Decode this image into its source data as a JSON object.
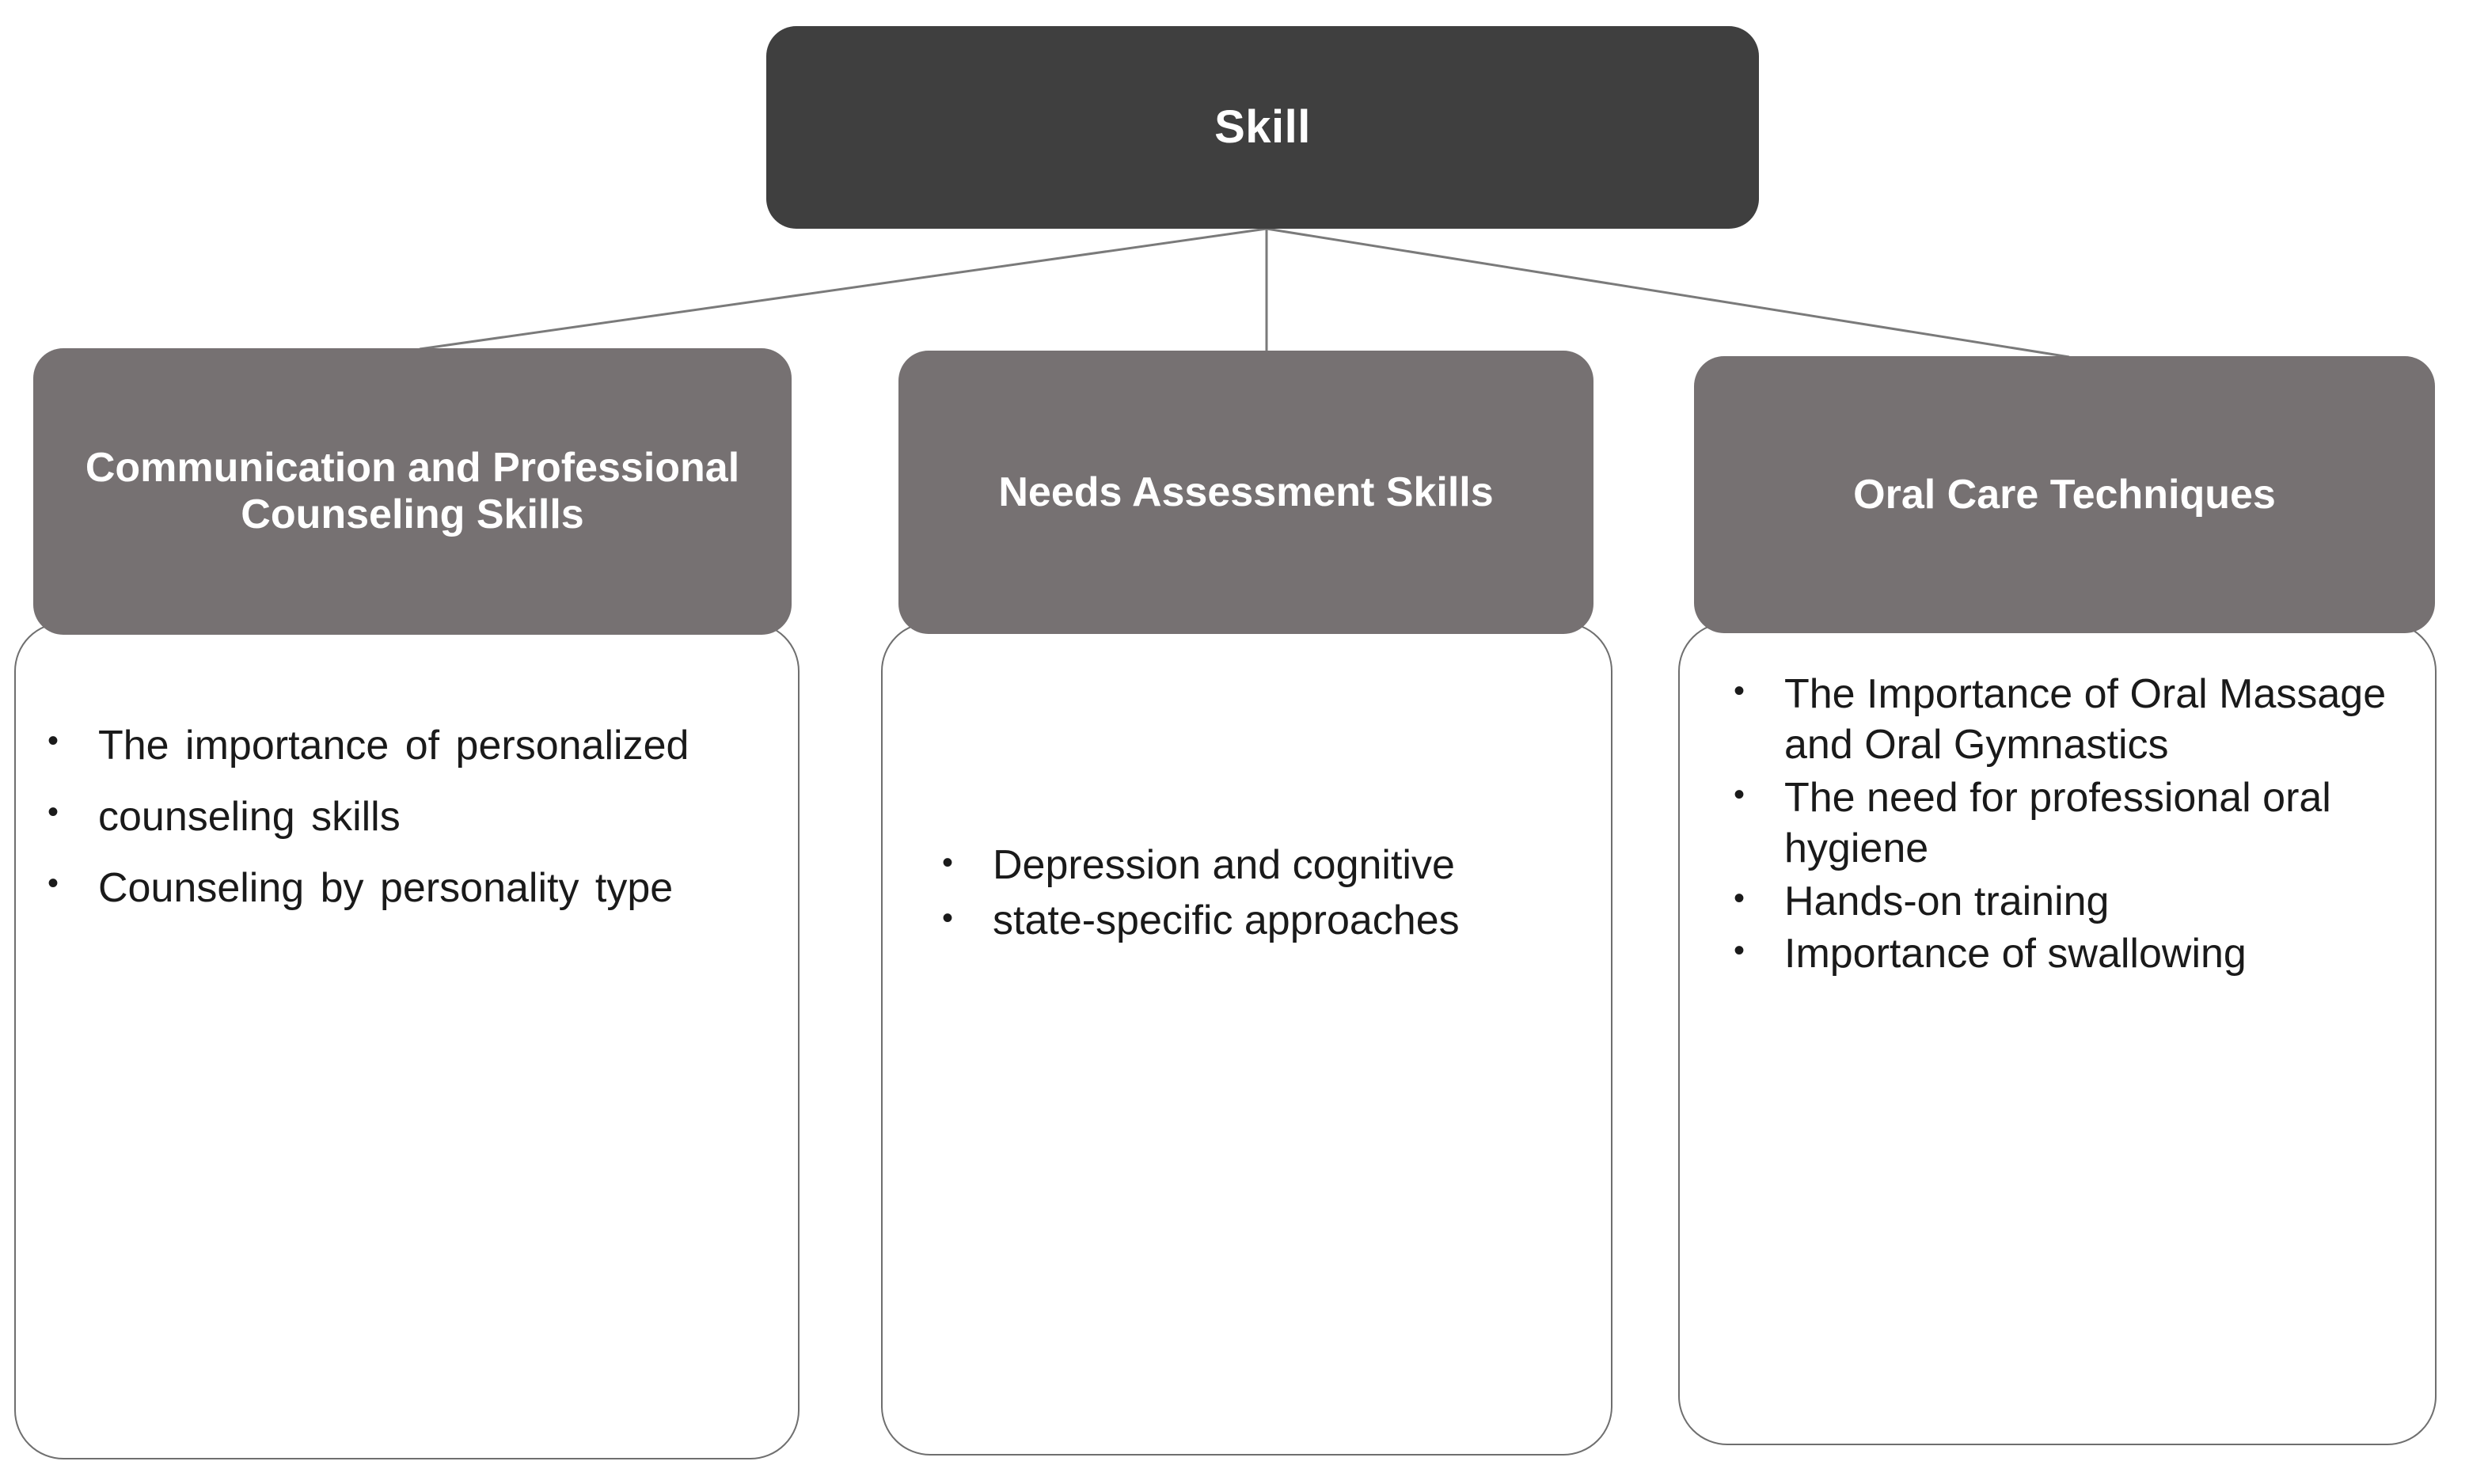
{
  "diagram": {
    "root": {
      "label": "Skill",
      "fill": "#3f3f3f",
      "text_color": "#ffffff"
    },
    "header_fill": "#767172",
    "body_fill": "#ffffff",
    "body_border": "#6f6f6f",
    "bullet_glyph": "•",
    "columns": [
      {
        "title": "Communication and Professional Counseling Skills",
        "bullets": [
          "The importance of personalized",
          "counseling skills",
          "Counseling by personality type"
        ]
      },
      {
        "title": "Needs Assessment Skills",
        "bullets": [
          "Depression and cognitive",
          "state-specific approaches"
        ]
      },
      {
        "title": "Oral Care Techniques",
        "bullets": [
          "The Importance of Oral Massage and Oral Gymnastics",
          "The need for professional oral hygiene",
          "Hands-on training",
          "Importance of swallowing"
        ]
      }
    ]
  }
}
